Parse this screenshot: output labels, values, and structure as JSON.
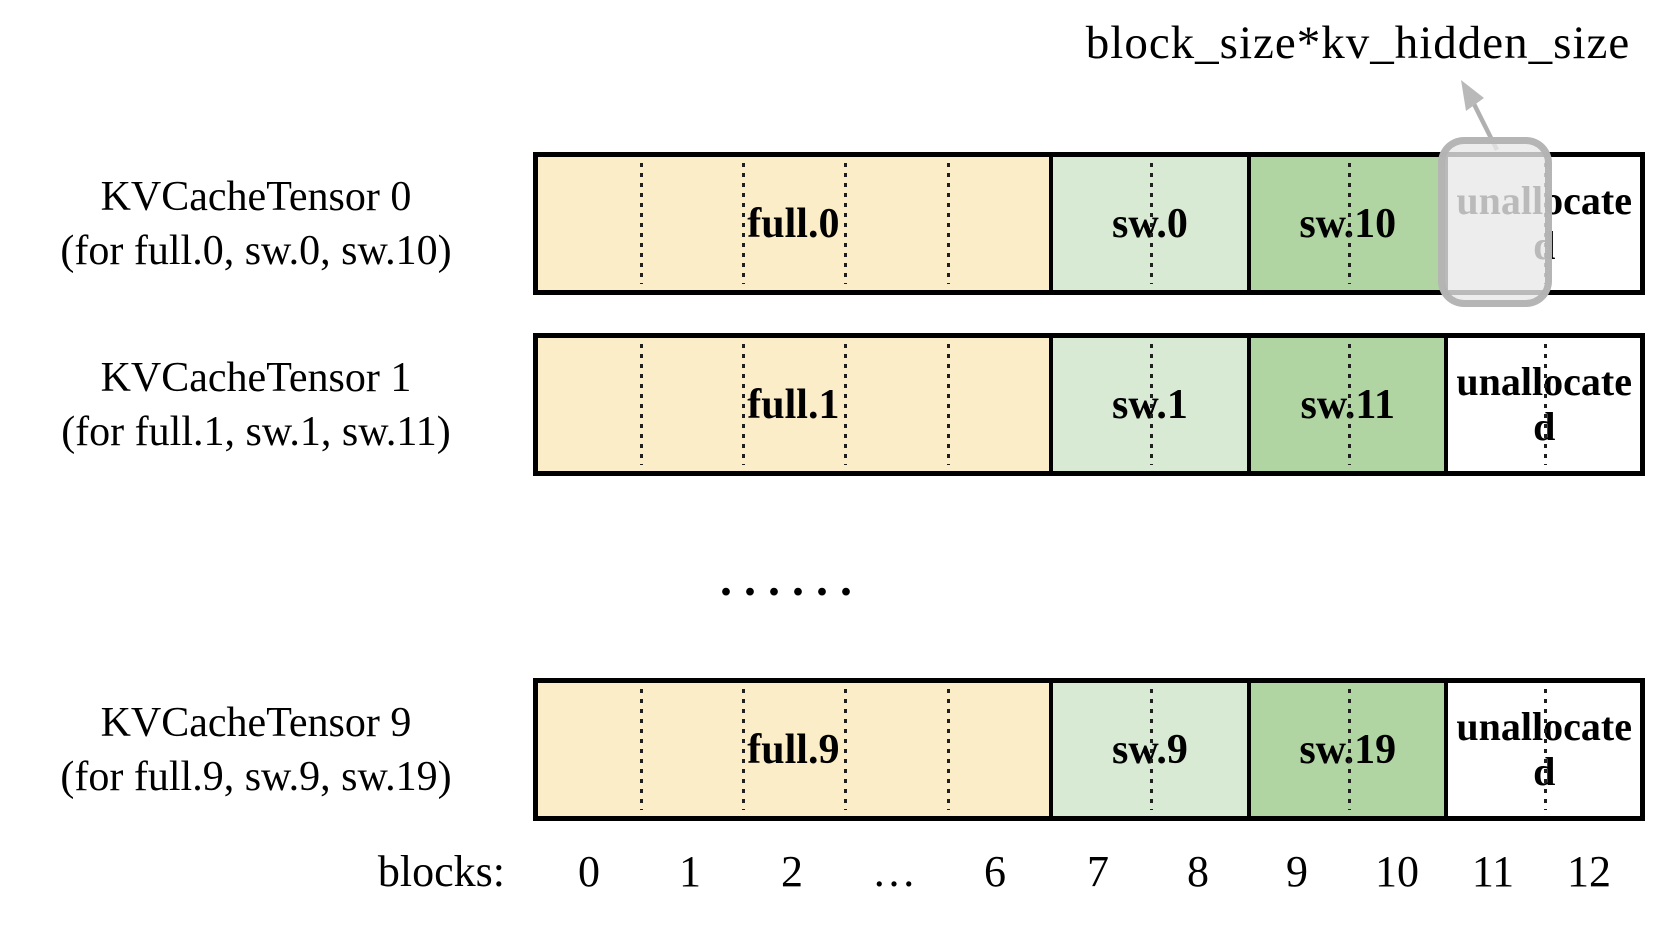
{
  "annotation": {
    "label": "block_size*kv_hidden_size"
  },
  "rows": [
    {
      "title": "KVCacheTensor 0",
      "subtitle": "(for full.0, sw.0, sw.10)",
      "segments": [
        {
          "label": "full.0"
        },
        {
          "label": "sw.0"
        },
        {
          "label": "sw.10"
        },
        {
          "label": "unallocated"
        }
      ]
    },
    {
      "title": "KVCacheTensor 1",
      "subtitle": "(for full.1, sw.1, sw.11)",
      "segments": [
        {
          "label": "full.1"
        },
        {
          "label": "sw.1"
        },
        {
          "label": "sw.11"
        },
        {
          "label": "unallocated"
        }
      ]
    },
    {
      "title": "KVCacheTensor 9",
      "subtitle": "(for full.9, sw.9, sw.19)",
      "segments": [
        {
          "label": "full.9"
        },
        {
          "label": "sw.9"
        },
        {
          "label": "sw.19"
        },
        {
          "label": "unallocated"
        }
      ]
    }
  ],
  "ellipsis": "......",
  "axis": {
    "label": "blocks:",
    "ticks": [
      "0",
      "1",
      "2",
      "…",
      "6",
      "7",
      "8",
      "9",
      "10",
      "11",
      "12"
    ]
  },
  "colors": {
    "full": "#FBEDC8",
    "sw_light": "#D8EAD3",
    "sw_dark": "#B1D5A2",
    "unallocated": "#FFFFFF",
    "highlight_fill": "#EBEBEB",
    "highlight_border": "#B2B2B2",
    "arrow": "#B0B0B0"
  }
}
